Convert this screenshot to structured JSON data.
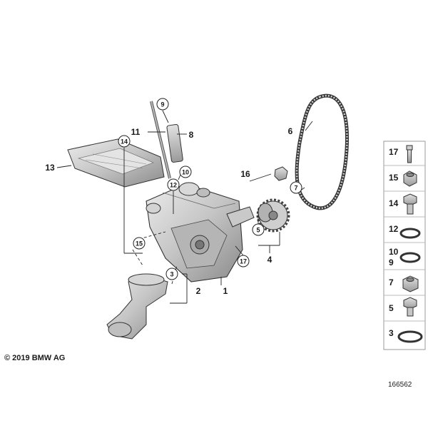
{
  "callouts": {
    "c1": "1",
    "c2": "2",
    "c3": "3",
    "c4": "4",
    "c5": "5",
    "c6": "6",
    "c7": "7",
    "c8": "8",
    "c9": "9",
    "c10": "10",
    "c11": "11",
    "c12": "12",
    "c13": "13",
    "c14": "14",
    "c15": "15",
    "c16": "16",
    "c17": "17"
  },
  "side_panel": {
    "items": [
      "17",
      "15",
      "14",
      "12",
      "10",
      "9",
      "7",
      "5",
      "3"
    ]
  },
  "footer": {
    "copyright": "© 2019 BMW AG",
    "diagram_number": "166562"
  },
  "colors": {
    "line": "#222222",
    "part_fill": "#c9c9c9",
    "part_dark": "#8f8f8f",
    "panel_border": "#999999"
  }
}
